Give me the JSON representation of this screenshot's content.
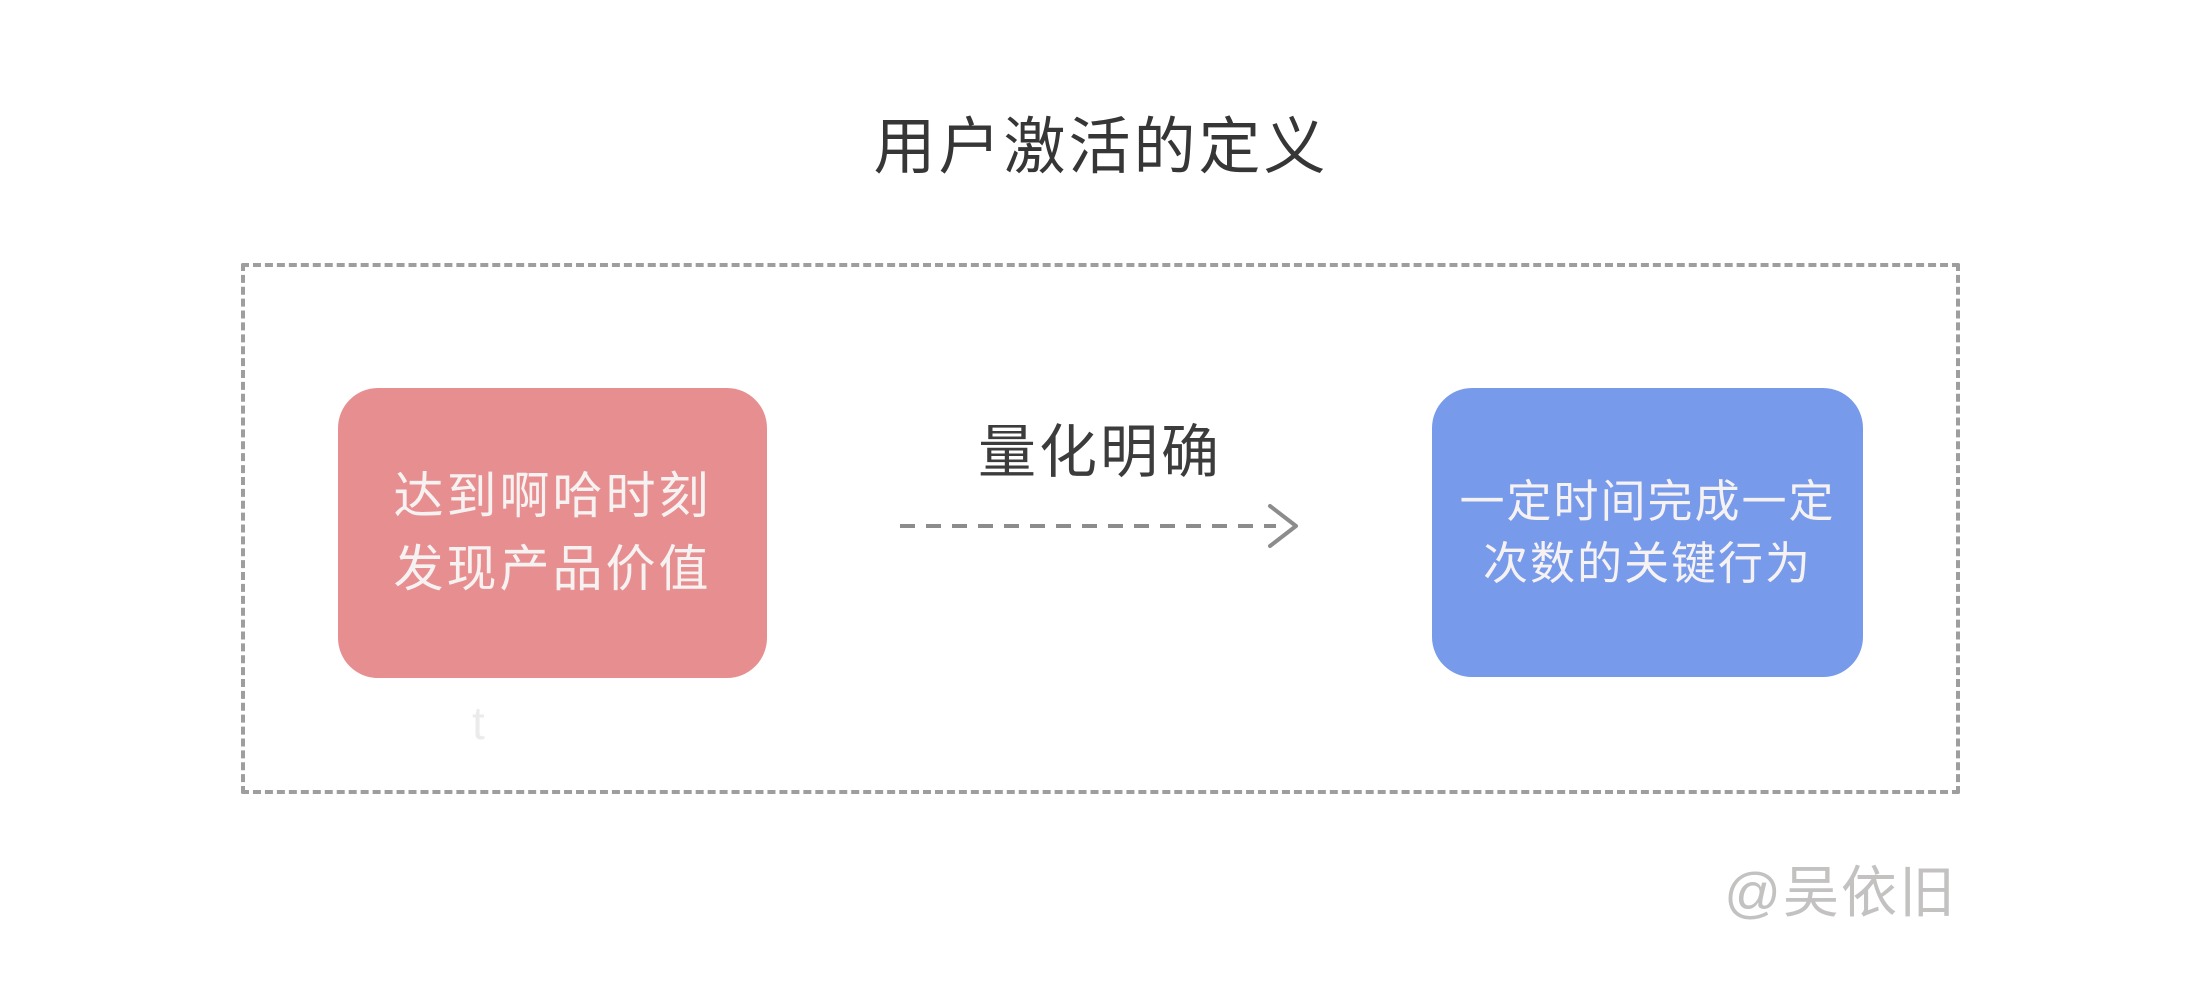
{
  "page": {
    "title": "用户激活的定义",
    "watermark": "@吴依旧",
    "background": "#ffffff"
  },
  "diagram": {
    "container_border_color": "#9e9e9e",
    "left_box": {
      "lines": [
        "达到啊哈时刻",
        "发现产品价值"
      ],
      "bg": "#E78F90",
      "text_color": "#F6F2F1"
    },
    "arrow": {
      "label": "量化明确",
      "style": "dashed",
      "direction": "right",
      "color": "#8C8C8C"
    },
    "right_box": {
      "lines": [
        "一定时间完成一定",
        "次数的关键行为"
      ],
      "bg": "#779AEB",
      "text_color": "#F6F2F1"
    },
    "stray_text": "t"
  },
  "colors": {
    "title_text": "#363636",
    "arrow_label_text": "#3C3C3C",
    "watermark_text": "#C4C1C1",
    "stray_text": "#EBEBEB"
  }
}
